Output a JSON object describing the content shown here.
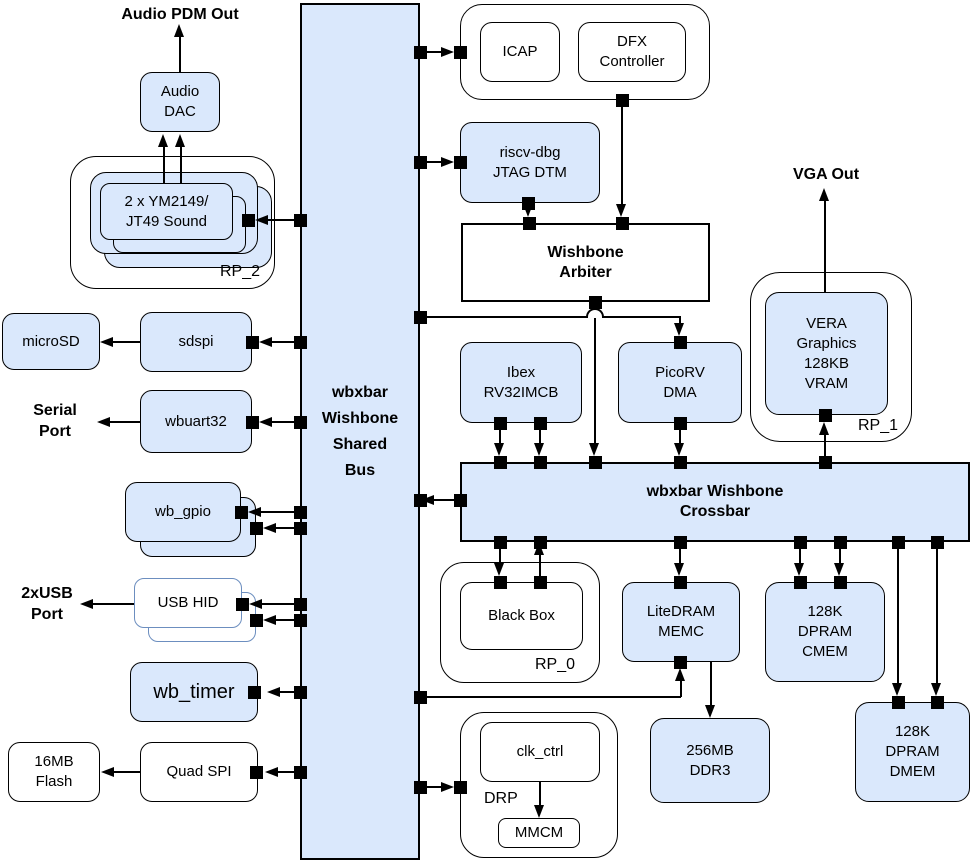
{
  "colors": {
    "node_fill": "#dae8fc",
    "node_stroke": "#000000",
    "usb_stroke": "#6c8ebf",
    "background": "#ffffff"
  },
  "bus": {
    "label": "wbxbar\nWishbone\nShared\nBus"
  },
  "crossbar": {
    "label": "wbxbar Wishbone\nCrossbar"
  },
  "arbiter": {
    "label": "Wishbone\nArbiter"
  },
  "external_labels": {
    "audio_pdm": "Audio PDM Out",
    "serial": "Serial\nPort",
    "usb": "2xUSB\nPort",
    "vga": "VGA Out"
  },
  "containers": {
    "rp2": "RP_2",
    "rp1": "RP_1",
    "rp0": "RP_0",
    "drp": "DRP"
  },
  "nodes": {
    "audio_dac": "Audio\nDAC",
    "ym_sound": "2 x YM2149/\nJT49 Sound",
    "microsd": "microSD",
    "sdspi": "sdspi",
    "wbuart32": "wbuart32",
    "wb_gpio": "wb_gpio",
    "usb_hid": "USB HID",
    "wb_timer": "wb_timer",
    "flash": "16MB\nFlash",
    "quad_spi": "Quad SPI",
    "icap": "ICAP",
    "dfx": "DFX\nController",
    "riscv_dbg": "riscv-dbg\nJTAG DTM",
    "ibex": "Ibex\nRV32IMCB",
    "picorv": "PicoRV\nDMA",
    "vera": "VERA\nGraphics\n128KB\nVRAM",
    "blackbox": "Black Box",
    "litedram": "LiteDRAM\nMEMC",
    "ddr3": "256MB\nDDR3",
    "cmem": "128K\nDPRAM\nCMEM",
    "dmem": "128K\nDPRAM\nDMEM",
    "clk_ctrl": "clk_ctrl",
    "mmcm": "MMCM"
  }
}
